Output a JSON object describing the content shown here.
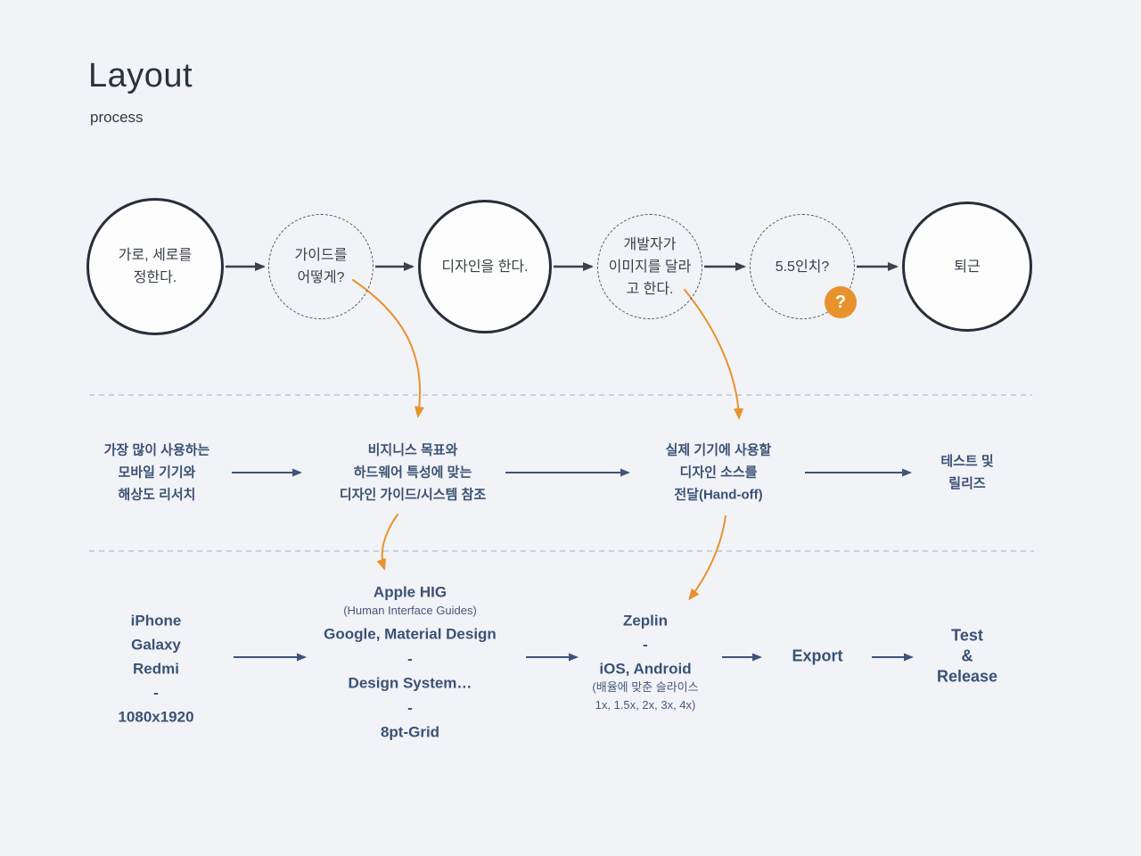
{
  "title": "Layout",
  "subtitle": "process",
  "flow": {
    "steps": [
      {
        "label": "가로, 세로를\n정한다.",
        "type": "solid"
      },
      {
        "label": "가이드를\n어떻게?",
        "type": "dashed"
      },
      {
        "label": "디자인을 한다.",
        "type": "solid"
      },
      {
        "label": "개발자가\n이미지를 달라\n고 한다.",
        "type": "dashed"
      },
      {
        "label": "5.5인치?",
        "type": "dashed",
        "badge": "?"
      },
      {
        "label": "퇴근",
        "type": "solid"
      }
    ]
  },
  "research": {
    "items": [
      {
        "text": "가장 많이 사용하는\n모바일 기기와\n해상도 리서치"
      },
      {
        "text": "비지니스 목표와\n하드웨어 특성에 맞는\n디자인 가이드/시스템 참조"
      },
      {
        "text": "실제 기기에 사용할\n디자인 소스를\n전달(Hand-off)"
      },
      {
        "text": "테스트 및\n릴리즈"
      }
    ]
  },
  "details": {
    "devices": "iPhone\nGalaxy\nRedmi\n-\n1080x1920",
    "guides_title": "Apple HIG",
    "guides_subtitle": "(Human Interface Guides)",
    "guides_lines": "Google, Material Design\n-\nDesign System…\n-\n8pt-Grid",
    "handoff_lines": "Zeplin\n-\niOS, Android",
    "handoff_note": "(배율에 맞춘 슬라이스\n1x, 1.5x, 2x, 3x, 4x)",
    "export_label": "Export",
    "release_label": "Test\n&\nRelease"
  },
  "colors": {
    "accent_orange": "#E8922D",
    "navy_text": "#3B5176",
    "ink": "#272E39",
    "divider": "#AEBDD4",
    "background": "#F1F3F6"
  }
}
